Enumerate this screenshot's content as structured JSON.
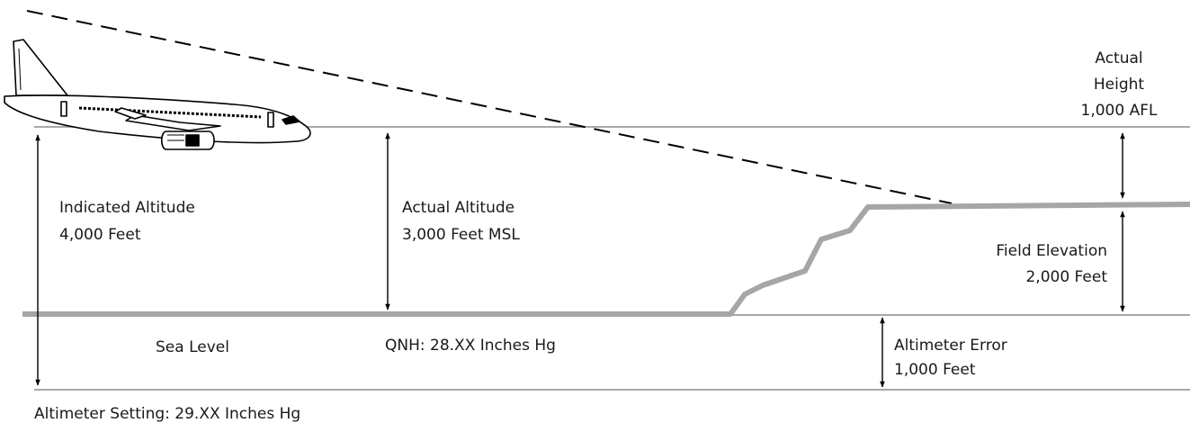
{
  "labels": {
    "indicated_altitude": "Indicated Altitude",
    "indicated_altitude_value": "4,000 Feet",
    "actual_altitude": "Actual Altitude",
    "actual_altitude_value": "3,000 Feet MSL",
    "actual_height_line1": "Actual",
    "actual_height_line2": "Height",
    "actual_height_value": "1,000 AFL",
    "field_elevation": "Field Elevation",
    "field_elevation_value": "2,000 Feet",
    "sea_level": "Sea Level",
    "qnh": "QNH: 28.XX Inches Hg",
    "altimeter_error": "Altimeter Error",
    "altimeter_error_value": "1,000 Feet",
    "altimeter_setting": "Altimeter Setting: 29.XX Inches Hg"
  },
  "icons": {
    "aircraft": "airliner-icon"
  },
  "colors": {
    "terrain": "#a6a6a6",
    "lines": "#8c8c8c",
    "ink": "#000000"
  }
}
